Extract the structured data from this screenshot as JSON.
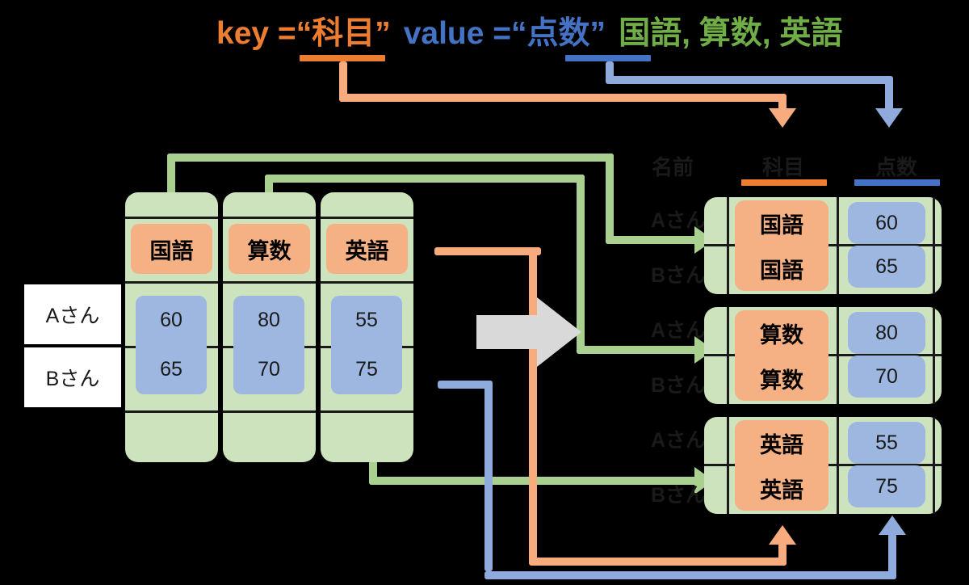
{
  "title": {
    "key_label": "key = ",
    "key_value": "“科目”",
    "value_label": "value = ",
    "value_value": "“点数”",
    "subjects_list": "国語, 算数, 英語",
    "key_color": "#ED7D31",
    "value_color": "#4472C4",
    "subjects_color": "#70AD47"
  },
  "left_table": {
    "row_names": [
      "Aさん",
      "Bさん"
    ],
    "columns": [
      {
        "header": "国語",
        "values": [
          "60",
          "65"
        ]
      },
      {
        "header": "算数",
        "values": [
          "80",
          "70"
        ]
      },
      {
        "header": "英語",
        "values": [
          "55",
          "75"
        ]
      }
    ]
  },
  "right_table": {
    "headers": {
      "name": "名前",
      "subject": "科目",
      "score": "点数"
    },
    "rows": [
      {
        "name": "Aさん",
        "subject": "国語",
        "score": "60"
      },
      {
        "name": "Bさん",
        "subject": "国語",
        "score": "65"
      },
      {
        "name": "Aさん",
        "subject": "算数",
        "score": "80"
      },
      {
        "name": "Bさん",
        "subject": "算数",
        "score": "70"
      },
      {
        "name": "Aさん",
        "subject": "英語",
        "score": "55"
      },
      {
        "name": "Bさん",
        "subject": "英語",
        "score": "75"
      }
    ]
  },
  "colors": {
    "green_fill": "#CDE3BE",
    "green_arrow": "#A9D08E",
    "orange_fill": "#F5B183",
    "orange_arrow": "#F8AC7D",
    "blue_fill": "#9DB7E0",
    "blue_arrow": "#8FAADC",
    "grey_arrow": "#D9D9D9",
    "background": "#000000"
  }
}
